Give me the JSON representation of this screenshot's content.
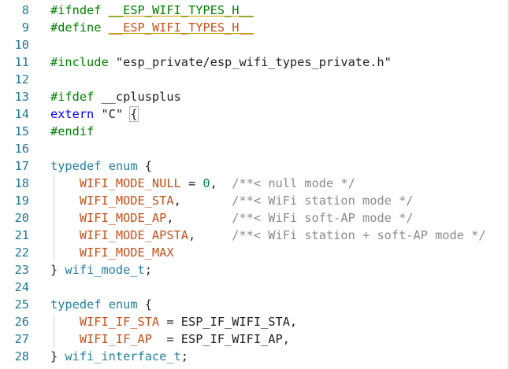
{
  "editor": {
    "lines": [
      {
        "num": "8",
        "tokens": [
          {
            "t": "#ifndef ",
            "c": "pre"
          },
          {
            "t": "__ESP_WIFI_TYPES_H__",
            "c": "pre",
            "u": true
          }
        ]
      },
      {
        "num": "9",
        "tokens": [
          {
            "t": "#define ",
            "c": "pre"
          },
          {
            "t": "__ESP_WIFI_TYPES_H__",
            "c": "enum",
            "u": true
          }
        ]
      },
      {
        "num": "10",
        "tokens": []
      },
      {
        "num": "11",
        "tokens": [
          {
            "t": "#include ",
            "c": "pre"
          },
          {
            "t": "\"esp_private/esp_wifi_types_private.h\"",
            "c": "plain"
          }
        ]
      },
      {
        "num": "12",
        "tokens": []
      },
      {
        "num": "13",
        "tokens": [
          {
            "t": "#ifdef ",
            "c": "pre"
          },
          {
            "t": "__cplusplus",
            "c": "plain"
          }
        ]
      },
      {
        "num": "14",
        "tokens": [
          {
            "t": "extern ",
            "c": "kw"
          },
          {
            "t": "\"C\" ",
            "c": "plain"
          },
          {
            "t": "{",
            "c": "plain",
            "box": true
          }
        ]
      },
      {
        "num": "15",
        "tokens": [
          {
            "t": "#endif",
            "c": "pre"
          }
        ]
      },
      {
        "num": "16",
        "tokens": []
      },
      {
        "num": "17",
        "tokens": [
          {
            "t": "typedef ",
            "c": "type"
          },
          {
            "t": "enum ",
            "c": "type"
          },
          {
            "t": "{",
            "c": "plain"
          }
        ]
      },
      {
        "num": "18",
        "tokens": [
          {
            "t": "    WIFI_MODE_NULL",
            "c": "enum"
          },
          {
            "t": " = ",
            "c": "plain"
          },
          {
            "t": "0",
            "c": "num"
          },
          {
            "t": ",  ",
            "c": "plain"
          },
          {
            "t": "/**< null mode */",
            "c": "cmt"
          }
        ],
        "guide": true
      },
      {
        "num": "19",
        "tokens": [
          {
            "t": "    WIFI_MODE_STA",
            "c": "enum"
          },
          {
            "t": ",       ",
            "c": "plain"
          },
          {
            "t": "/**< WiFi station mode */",
            "c": "cmt"
          }
        ],
        "guide": true
      },
      {
        "num": "20",
        "tokens": [
          {
            "t": "    WIFI_MODE_AP",
            "c": "enum"
          },
          {
            "t": ",        ",
            "c": "plain"
          },
          {
            "t": "/**< WiFi soft-AP mode */",
            "c": "cmt"
          }
        ],
        "guide": true
      },
      {
        "num": "21",
        "tokens": [
          {
            "t": "    WIFI_MODE_APSTA",
            "c": "enum"
          },
          {
            "t": ",     ",
            "c": "plain"
          },
          {
            "t": "/**< WiFi station + soft-AP mode */",
            "c": "cmt"
          }
        ],
        "guide": true
      },
      {
        "num": "22",
        "tokens": [
          {
            "t": "    WIFI_MODE_MAX",
            "c": "enum"
          }
        ],
        "guide": true
      },
      {
        "num": "23",
        "tokens": [
          {
            "t": "} ",
            "c": "plain"
          },
          {
            "t": "wifi_mode_t",
            "c": "type"
          },
          {
            "t": ";",
            "c": "plain"
          }
        ]
      },
      {
        "num": "24",
        "tokens": []
      },
      {
        "num": "25",
        "tokens": [
          {
            "t": "typedef ",
            "c": "type"
          },
          {
            "t": "enum ",
            "c": "type"
          },
          {
            "t": "{",
            "c": "plain"
          }
        ]
      },
      {
        "num": "26",
        "tokens": [
          {
            "t": "    WIFI_IF_STA",
            "c": "enum"
          },
          {
            "t": " = ESP_IF_WIFI_STA,",
            "c": "plain"
          }
        ],
        "guide": true
      },
      {
        "num": "27",
        "tokens": [
          {
            "t": "    WIFI_IF_AP",
            "c": "enum"
          },
          {
            "t": "  = ESP_IF_WIFI_AP,",
            "c": "plain"
          }
        ],
        "guide": true
      },
      {
        "num": "28",
        "tokens": [
          {
            "t": "} ",
            "c": "plain"
          },
          {
            "t": "wifi_interface_t",
            "c": "type"
          },
          {
            "t": ";",
            "c": "plain"
          }
        ]
      }
    ]
  }
}
